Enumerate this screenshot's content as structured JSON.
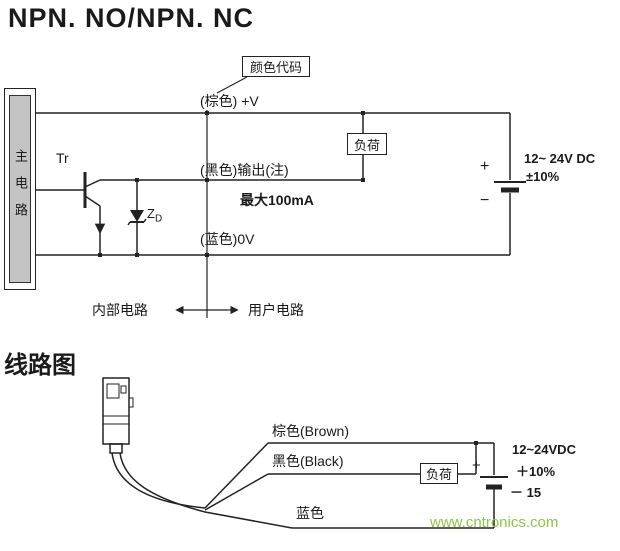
{
  "colors": {
    "line": "#222222",
    "panel_gray": "#c4c4c4",
    "watermark_green": "#8dc63f"
  },
  "title": "NPN. NO/NPN. NC",
  "top_diagram": {
    "color_code": "颜色代码",
    "main_circuit": "主电路",
    "transistor": "Tr",
    "zener_main": "Z",
    "zener_sub": "D",
    "wire_brown": "(棕色) +V",
    "load": "负荷",
    "wire_black": "(黑色)输出(注)",
    "max_current": "最大100mA",
    "wire_blue": "(蓝色)0V",
    "battery_plus": "+",
    "battery_minus": "−",
    "supply_voltage": "12~ 24V DC",
    "tolerance": "±10%",
    "internal_label": "内部电路",
    "user_label": "用户电路"
  },
  "bottom_diagram": {
    "section_title": "线路图",
    "wire_brown": "棕色(Brown)",
    "wire_black": "黑色(Black)",
    "wire_blue": "蓝色",
    "load": "负荷",
    "battery_plus": "+",
    "supply_voltage": "12~24VDC",
    "tolerance_plus": "＋10%",
    "tolerance_minus": "－ 15"
  },
  "watermark": "www.cntronics.com"
}
